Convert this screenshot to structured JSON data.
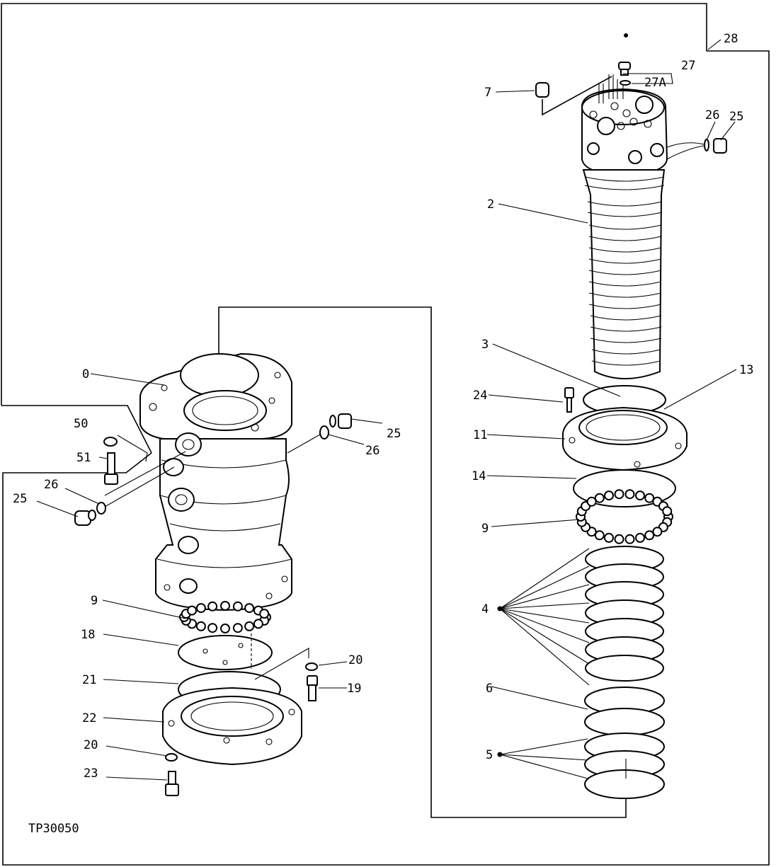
{
  "diagram": {
    "figure_id": "TP30050",
    "callouts": [
      {
        "key": "c28",
        "text": "28"
      },
      {
        "key": "c27",
        "text": "27"
      },
      {
        "key": "c27a",
        "text": "27A"
      },
      {
        "key": "c7",
        "text": "7"
      },
      {
        "key": "c26r",
        "text": "26"
      },
      {
        "key": "c25r",
        "text": "25"
      },
      {
        "key": "c2",
        "text": "2"
      },
      {
        "key": "c3",
        "text": "3"
      },
      {
        "key": "c13",
        "text": "13"
      },
      {
        "key": "c24",
        "text": "24"
      },
      {
        "key": "c11",
        "text": "11"
      },
      {
        "key": "c14",
        "text": "14"
      },
      {
        "key": "c9r",
        "text": "9"
      },
      {
        "key": "c4",
        "text": "4"
      },
      {
        "key": "c6",
        "text": "6"
      },
      {
        "key": "c5",
        "text": "5"
      },
      {
        "key": "c0",
        "text": "0"
      },
      {
        "key": "c50",
        "text": "50"
      },
      {
        "key": "c51",
        "text": "51"
      },
      {
        "key": "c26l",
        "text": "26"
      },
      {
        "key": "c25l",
        "text": "25"
      },
      {
        "key": "c25m",
        "text": "25"
      },
      {
        "key": "c26m",
        "text": "26"
      },
      {
        "key": "c9l",
        "text": "9"
      },
      {
        "key": "c18",
        "text": "18"
      },
      {
        "key": "c21",
        "text": "21"
      },
      {
        "key": "c22",
        "text": "22"
      },
      {
        "key": "c20a",
        "text": "20"
      },
      {
        "key": "c19",
        "text": "19"
      },
      {
        "key": "c20b",
        "text": "20"
      },
      {
        "key": "c23",
        "text": "23"
      }
    ]
  }
}
